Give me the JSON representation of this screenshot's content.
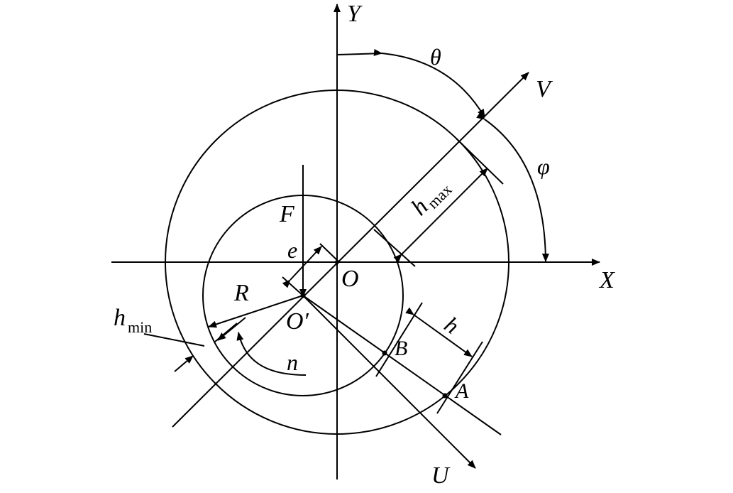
{
  "labels": {
    "y_axis": "Y",
    "x_axis": "X",
    "theta": "θ",
    "v_axis": "V",
    "phi": "φ",
    "h_max_main": "h",
    "h_max_sub": "max",
    "force": "F",
    "eccentricity": "e",
    "center": "O",
    "radius": "R",
    "journal_center": "O′",
    "h_min_main": "h",
    "h_min_sub": "min",
    "point_b": "B",
    "h": "h",
    "rotation": "n",
    "point_a": "A",
    "u_axis": "U"
  }
}
